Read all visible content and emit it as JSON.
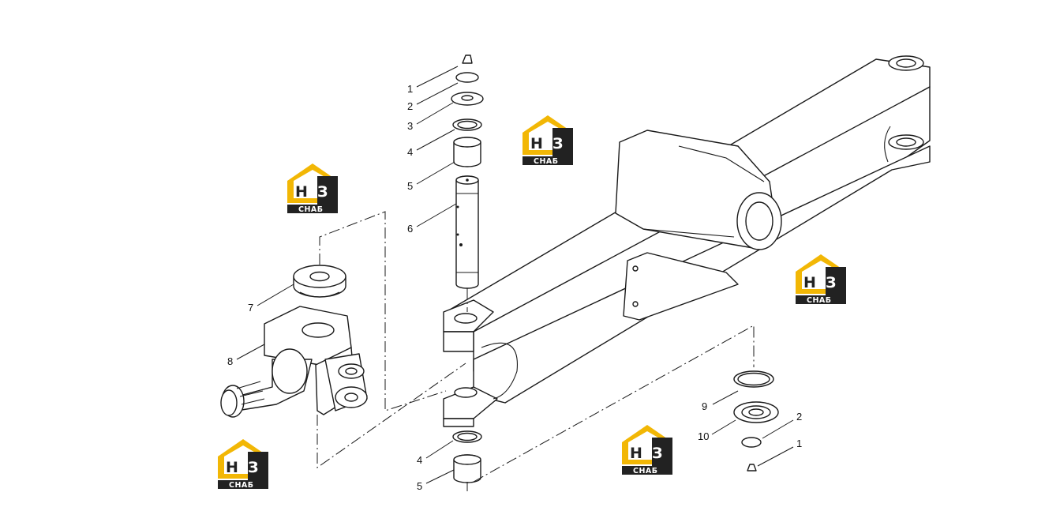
{
  "logo": {
    "mark_h": "Н",
    "mark_z": "З",
    "tag": "СНАБ",
    "colors": {
      "gold": "#F2B705",
      "dark": "#222222"
    }
  },
  "callouts": {
    "upper_1": "1",
    "upper_2": "2",
    "upper_3": "3",
    "upper_4": "4",
    "upper_5": "5",
    "upper_6": "6",
    "part_7": "7",
    "part_8": "8",
    "lower_4": "4",
    "lower_5": "5",
    "part_9": "9",
    "part_10": "10",
    "right_2": "2",
    "right_1": "1"
  }
}
